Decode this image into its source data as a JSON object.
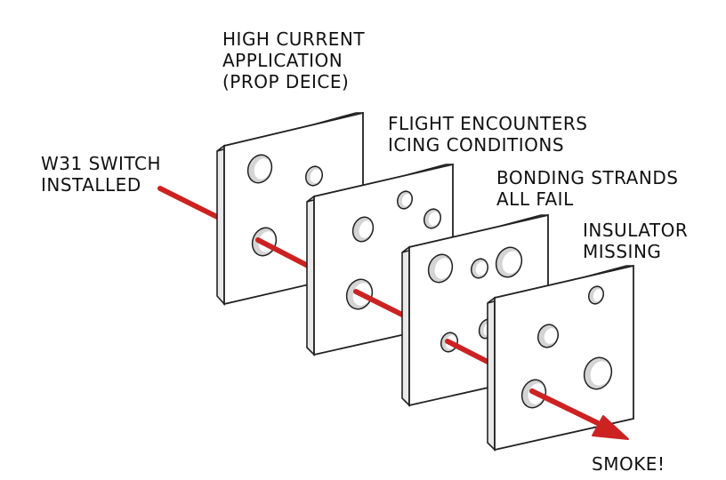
{
  "labels": {
    "w31_switch": [
      "W31 SWITCH",
      "INSTALLED"
    ],
    "high_current": [
      "HIGH CURRENT",
      "APPLICATION",
      "(PROP DEICE)"
    ],
    "flight_icing": [
      "FLIGHT ENCOUNTERS",
      "ICING CONDITIONS"
    ],
    "bonding_strands": [
      "BONDING STRANDS",
      "ALL FAIL"
    ],
    "insulator_missing": [
      "INSULATOR",
      "MISSING"
    ],
    "smoke": "SMOKE!"
  },
  "colors": {
    "arrow": "#cc2222",
    "slice_face": "#ffffff",
    "slice_edge": "#e8e8e8",
    "stroke": "#222222",
    "hole_shadow": "#d4d4d4"
  }
}
